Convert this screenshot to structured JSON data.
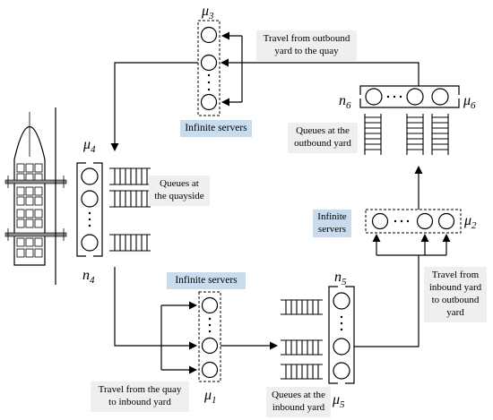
{
  "colors": {
    "label_bg": "#efefef",
    "server_label_bg": "#c9dcee",
    "stroke": "#000000",
    "ship_grey": "#8a8a8a"
  },
  "symbols": {
    "mu": "μ",
    "n": "n",
    "sub1": "1",
    "sub2": "2",
    "sub3": "3",
    "sub4": "4",
    "sub5": "5",
    "sub6": "6",
    "dots": "· · ·"
  },
  "labels": {
    "outbound_to_quay": [
      "Travel from outbound",
      "yard to the quay"
    ],
    "infinite_servers_top": "Infinite servers",
    "queues_outbound": [
      "Queues at the",
      "outbound yard"
    ],
    "queues_quayside": [
      "Queues at",
      "the quayside"
    ],
    "infinite_servers_right": [
      "Infinite",
      "servers"
    ],
    "infinite_servers_mid": "Infinite servers",
    "inbound_to_outbound": [
      "Travel from",
      "inbound yard",
      "to outbound",
      "yard"
    ],
    "quay_to_inbound": [
      "Travel from the quay",
      "to inbound yard"
    ],
    "queues_inbound": [
      "Queues at the",
      "inbound yard"
    ]
  }
}
